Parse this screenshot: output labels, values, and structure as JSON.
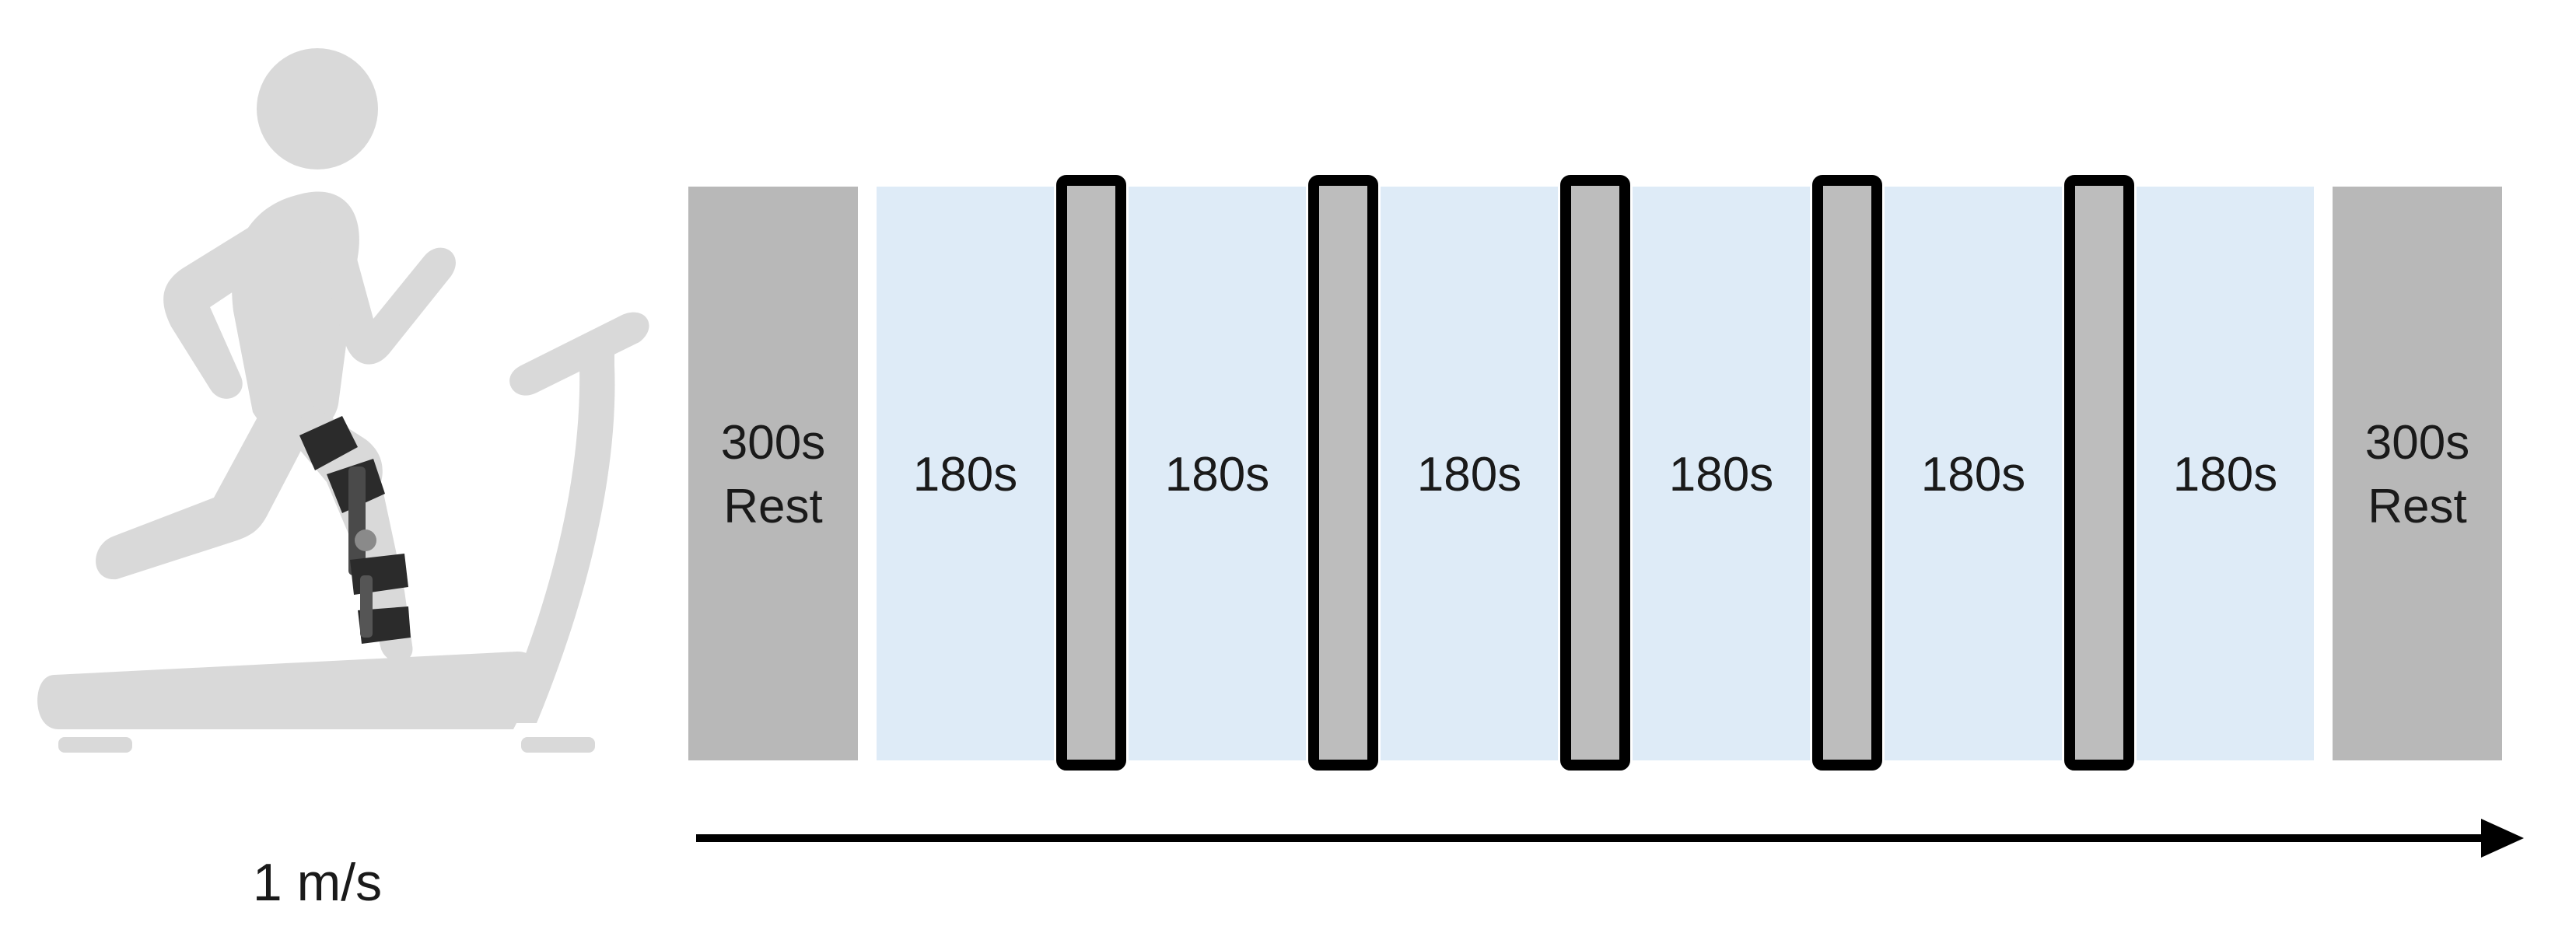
{
  "speed_label": "1 m/s",
  "colors": {
    "rest": "#b8b8b8",
    "walk": "#deebf7",
    "probe_fill": "#bdbdbd",
    "probe_stroke": "#000000",
    "figure": "#d9d9d9",
    "brace": "#2b2b2b",
    "arrow": "#000000"
  },
  "sequence": [
    {
      "kind": "rest",
      "lines": [
        "300s",
        "Rest"
      ]
    },
    {
      "kind": "walk",
      "lines": [
        "180s"
      ]
    },
    {
      "kind": "probe"
    },
    {
      "kind": "walk",
      "lines": [
        "180s"
      ]
    },
    {
      "kind": "probe"
    },
    {
      "kind": "walk",
      "lines": [
        "180s"
      ]
    },
    {
      "kind": "probe"
    },
    {
      "kind": "walk",
      "lines": [
        "180s"
      ]
    },
    {
      "kind": "probe"
    },
    {
      "kind": "walk",
      "lines": [
        "180s"
      ]
    },
    {
      "kind": "probe"
    },
    {
      "kind": "walk",
      "lines": [
        "180s"
      ]
    },
    {
      "kind": "rest",
      "lines": [
        "300s",
        "Rest"
      ]
    }
  ]
}
